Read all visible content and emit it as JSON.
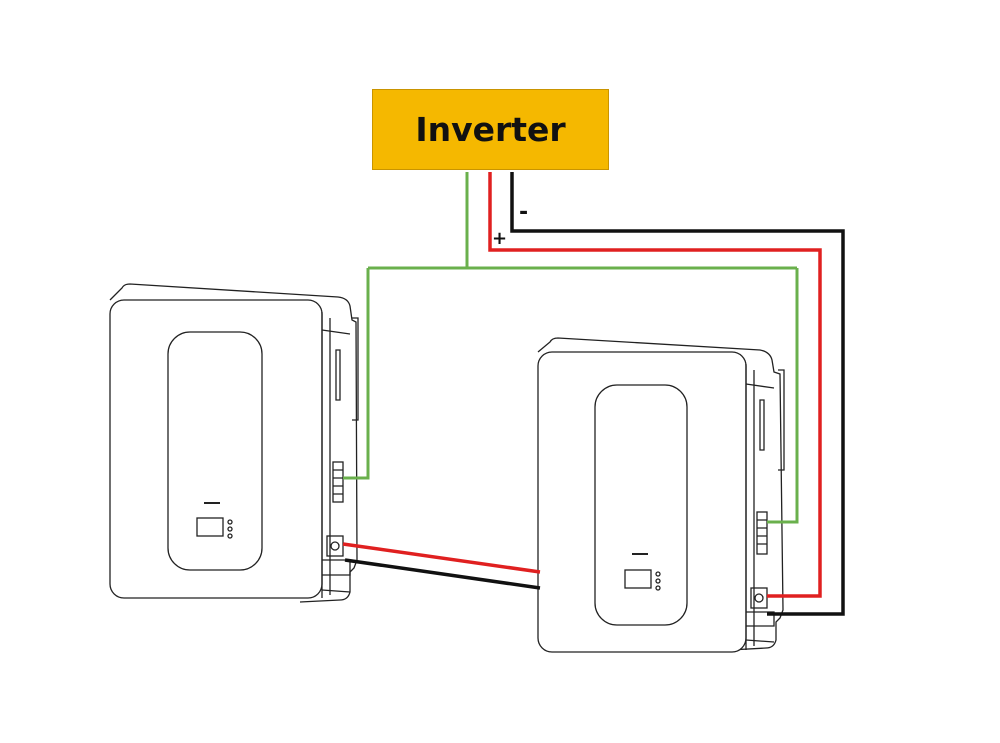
{
  "inverter": {
    "label": "Inverter"
  },
  "terminals": {
    "negative": "-",
    "positive": "+"
  },
  "colors": {
    "inverter_fill": "#f5b800",
    "communication_wire": "#6ab04c",
    "positive_wire": "#e02020",
    "negative_wire": "#111111",
    "outline": "#222222"
  },
  "components": [
    "battery-unit-left",
    "battery-unit-right"
  ]
}
